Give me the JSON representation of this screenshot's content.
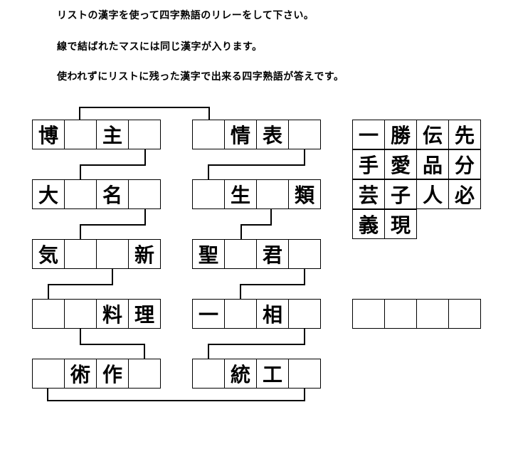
{
  "instructions": [
    "リストの漢字を使って四字熟語のリレーをして下さい。",
    "線で結ばれたマスには同じ漢字が入ります。",
    "使われずにリストに残った漢字で出来る四字熟語が答えです。"
  ],
  "left_column": [
    [
      "博",
      "",
      "主",
      ""
    ],
    [
      "大",
      "",
      "名",
      ""
    ],
    [
      "気",
      "",
      "",
      "新"
    ],
    [
      "",
      "",
      "料",
      "理"
    ],
    [
      "",
      "術",
      "作",
      ""
    ]
  ],
  "right_column": [
    [
      "",
      "情",
      "表",
      ""
    ],
    [
      "",
      "生",
      "",
      "類"
    ],
    [
      "聖",
      "",
      "君",
      ""
    ],
    [
      "一",
      "",
      "相",
      ""
    ],
    [
      "",
      "統",
      "工",
      ""
    ]
  ],
  "kanji_list": [
    [
      "一",
      "勝",
      "伝",
      "先"
    ],
    [
      "手",
      "愛",
      "品",
      "分"
    ],
    [
      "芸",
      "子",
      "人",
      "必"
    ],
    [
      "義",
      "現"
    ]
  ],
  "answer": [
    "",
    "",
    "",
    ""
  ]
}
